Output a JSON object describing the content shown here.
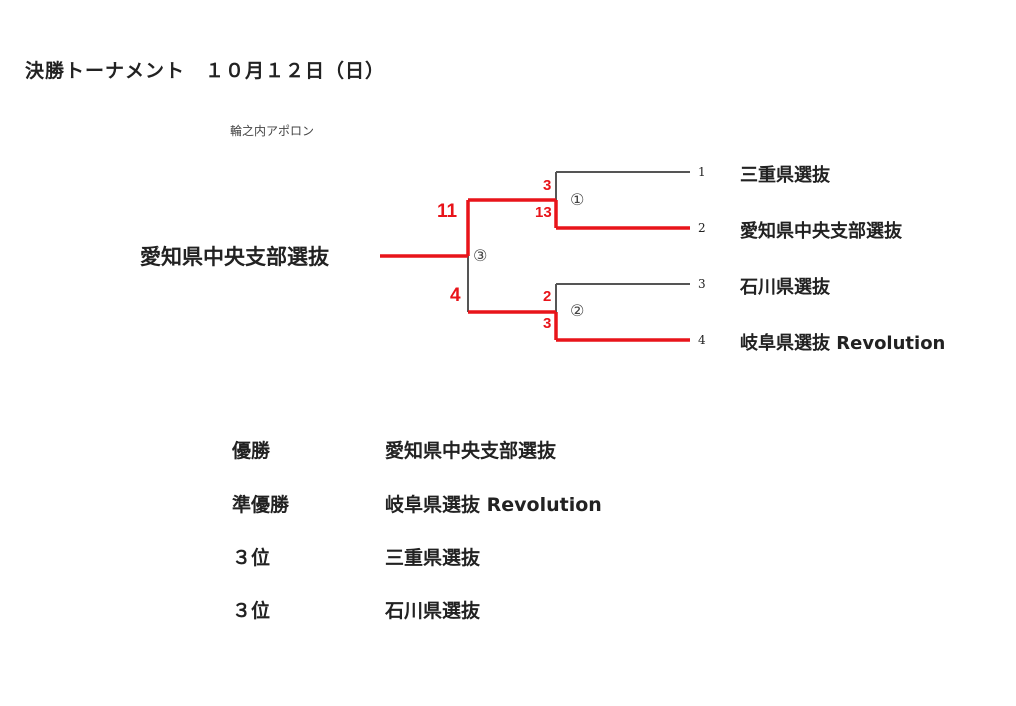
{
  "title": "決勝トーナメント　１０月１２日（日）",
  "venue": "輪之内アポロン",
  "champion_label": "愛知県中央支部選抜",
  "bracket": {
    "teams": [
      {
        "seed": "1",
        "name": "三重県選抜"
      },
      {
        "seed": "2",
        "name": "愛知県中央支部選抜"
      },
      {
        "seed": "3",
        "name": "石川県選抜"
      },
      {
        "seed": "4",
        "name": "岐阜県選抜 Revolution"
      }
    ],
    "matches": [
      {
        "id": "①",
        "score_top": "3",
        "score_bottom": "13"
      },
      {
        "id": "②",
        "score_top": "2",
        "score_bottom": "3"
      },
      {
        "id": "③",
        "score_top": "11",
        "score_bottom": "4"
      }
    ],
    "colors": {
      "win": "#e8141a",
      "lose": "#555555"
    }
  },
  "results": [
    {
      "rank": "優勝",
      "team": "愛知県中央支部選抜"
    },
    {
      "rank": "準優勝",
      "team": "岐阜県選抜 Revolution"
    },
    {
      "rank": "３位",
      "team": "三重県選抜"
    },
    {
      "rank": "３位",
      "team": "石川県選抜"
    }
  ]
}
